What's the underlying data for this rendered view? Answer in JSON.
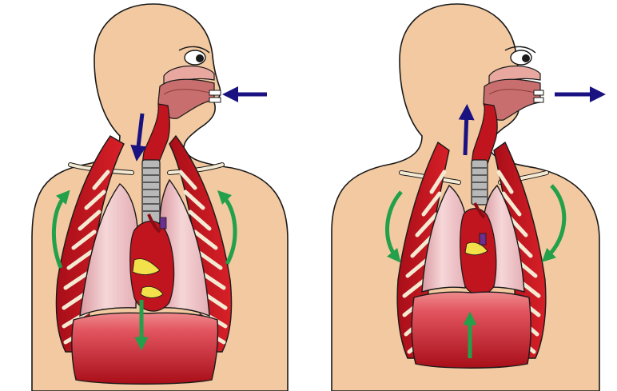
{
  "colors": {
    "skin": "#F2C9A0",
    "skin_outline": "#1a1a1a",
    "rib_red": "#C8141E",
    "rib_cream": "#F4E9D2",
    "lung": "#F1C7CB",
    "lung_shade": "#D99AA2",
    "diaphragm_top": "#E45A5E",
    "diaphragm_bottom": "#B0101A",
    "heart": "#C0141E",
    "fat_yellow": "#F2E14A",
    "vessel_purple": "#6B2F8E",
    "trachea": "#9E9E9E",
    "mouth_pink": "#D98888",
    "air_arrow": "#1A1280",
    "muscle_arrow": "#22A04A"
  },
  "figures": [
    {
      "id": "inhalation",
      "air_direction": "in",
      "diaphragm_motion": "down",
      "ribs_motion": "up-and-out"
    },
    {
      "id": "exhalation",
      "air_direction": "out",
      "diaphragm_motion": "up",
      "ribs_motion": "down-and-in"
    }
  ]
}
